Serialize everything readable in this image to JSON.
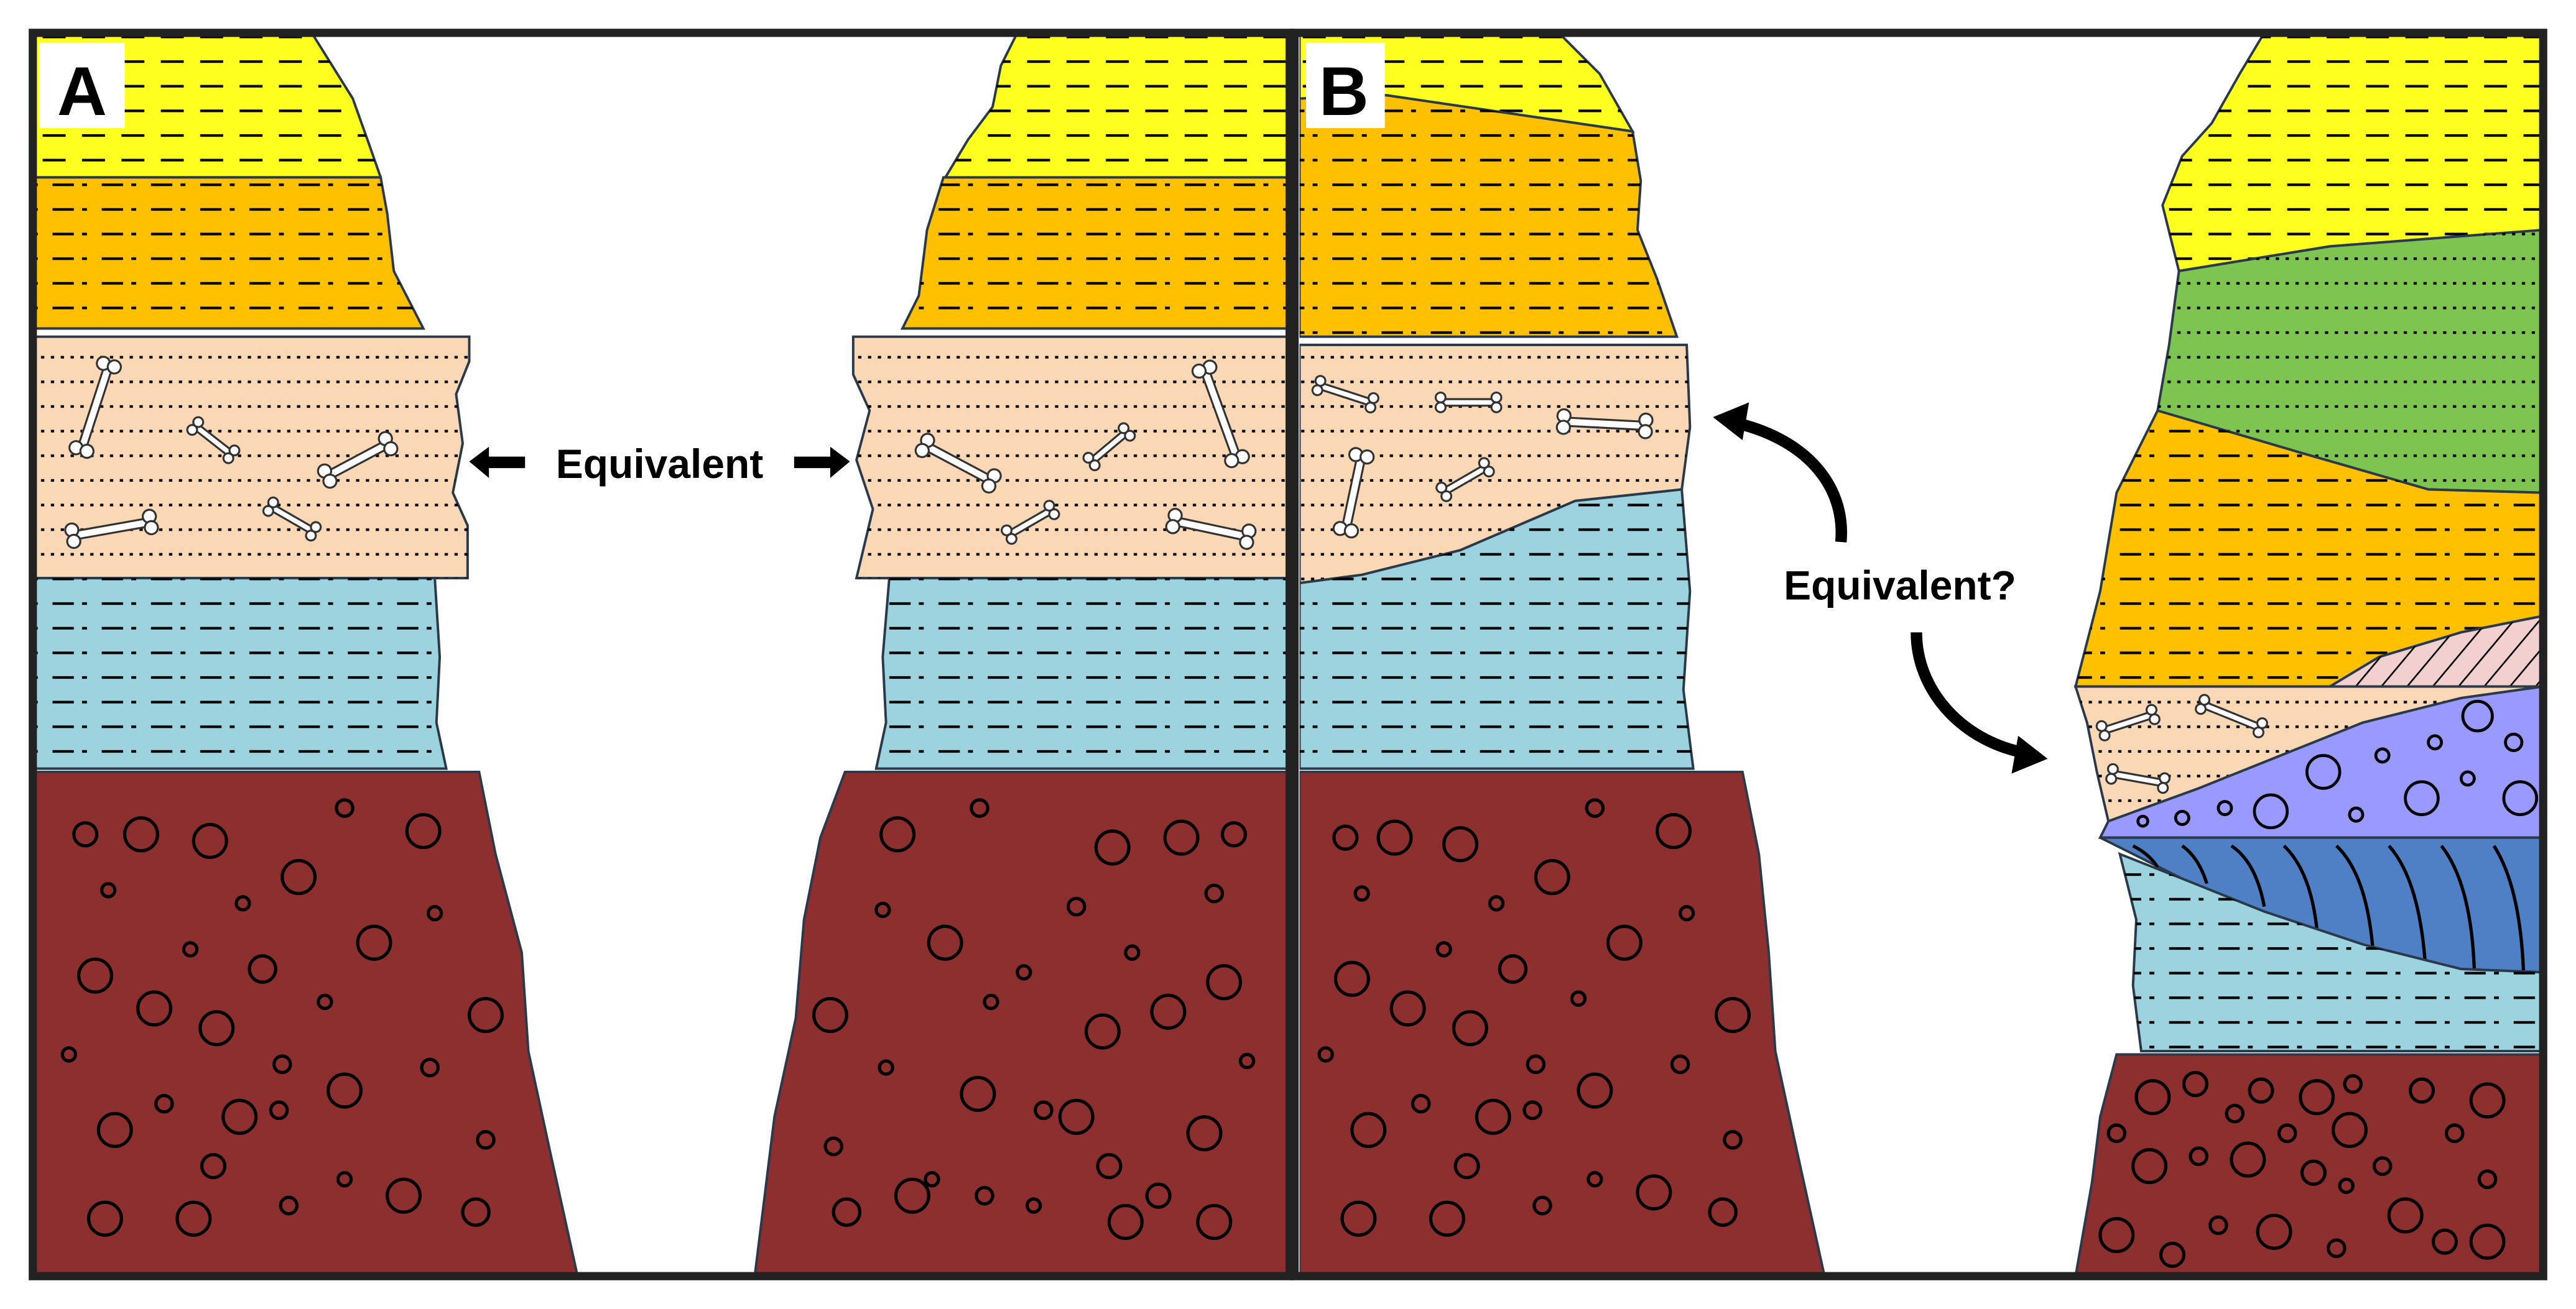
{
  "panels": [
    {
      "label": "A",
      "caption": "Equivalent"
    },
    {
      "label": "B",
      "caption": "Equivalent?"
    }
  ],
  "colors": {
    "yellow_shale": "#FFFF1F",
    "orange_siltstone": "#FFC000",
    "peach_fossil_bed": "#FAD7B5",
    "blue_mudstone": "#9DD3DE",
    "red_conglomerate": "#8E2F2F",
    "green_shale": "#7DC451",
    "purple_pebbly": "#9999FF",
    "dark_blue_crossbedded": "#4F7FC4",
    "pink_hatched": "#F2D0D0"
  },
  "icons": [
    "bone-icon",
    "arrow-icon",
    "pebble-icon"
  ]
}
